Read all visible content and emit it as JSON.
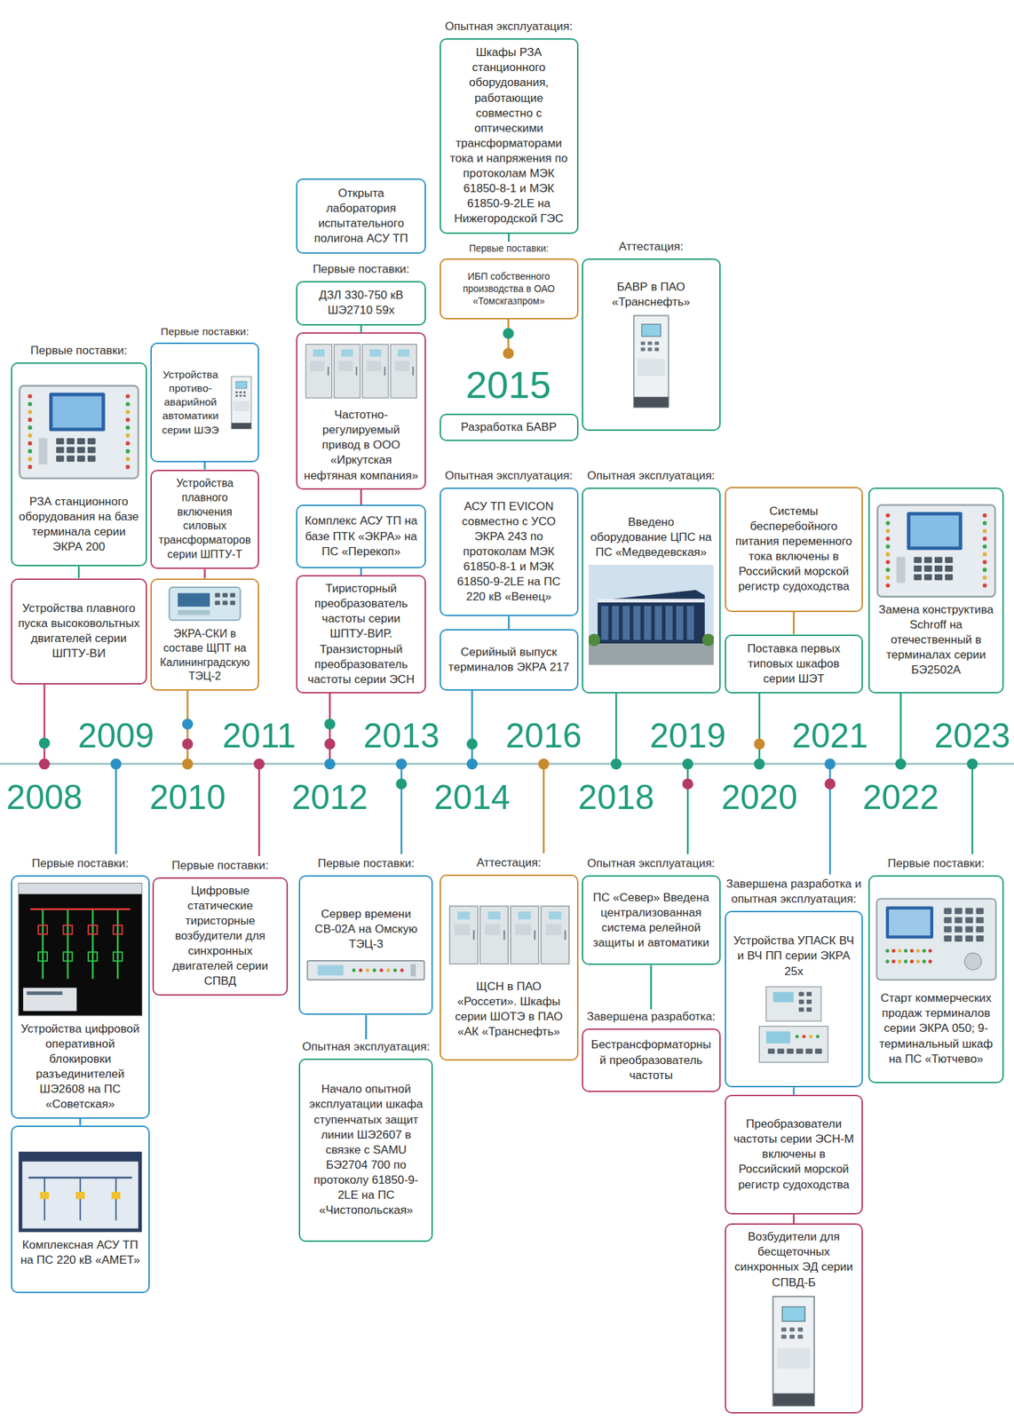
{
  "diagram": {
    "nodes": [
      {
        "text": [
          "Первые поставки:",
          "РЗА станционного оборудования на базе терминала серии ЭКРА 200"
        ]
      },
      {
        "text": [
          "Устройства плавного пуска высоковольтных двигателей серии ШПТУ-ВИ"
        ]
      },
      {
        "text": [
          "Первые поставки:",
          "Устройства цифровой оперативной блокировки разъединителей ШЭ2608 на ПС «Советская»"
        ]
      },
      {
        "text": [
          "Комплексная АСУ ТП на ПС 220 кВ «АМЕТ»"
        ]
      },
      {
        "text": [
          "Первые поставки:",
          "Устройства противо-аварийной автоматики серии ШЭЭ"
        ]
      },
      {
        "text": [
          "Устройства плавного включения силовых трансформаторов серии ШПТУ-Т"
        ]
      },
      {
        "text": [
          "ЭКРА-СКИ в составе ЩПТ на Калининградскую ТЭЦ-2"
        ]
      },
      {
        "text": [
          "Первые поставки:",
          "Цифровые статические тиристорные возбудители для синхронных двигателей серии СПВД"
        ]
      },
      {
        "text": [
          "Открыта лаборатория испытательного полигона АСУ ТП"
        ]
      },
      {
        "text": [
          "Первые поставки:",
          "ДЗЛ 330-750 кВ ШЭ2710 59х"
        ]
      },
      {
        "text": [
          "Частотно-регулируемый привод в ООО «Иркутская нефтяная компания»"
        ]
      },
      {
        "text": [
          "Комплекс АСУ ТП на базе ПТК «ЭКРА» на ПС «Перекоп»"
        ]
      },
      {
        "text": [
          "Тиристорный преобразователь частоты серии ШПТУ-ВИР. Транзисторный преобразователь частоты серии ЭСН"
        ]
      },
      {
        "text": [
          "Первые поставки:",
          "Сервер времени СВ-02А на Омскую ТЭЦ-3"
        ]
      },
      {
        "text": [
          "Опытная эксплуатация:",
          "Начало опытной эксплуатации шкафа ступенчатых защит линии ШЭ2607 в связке с SAMU БЭ2704 700 по протоколу 61850-9-2LE на ПС «Чистопольская»"
        ]
      },
      {
        "text": [
          "Опытная эксплуатация:",
          "Шкафы РЗА станционного оборудования, работающие совместно с оптическими трансформаторами тока и напряжения по протоколам МЭК 61850-8-1 и МЭК 61850-9-2LE на Нижегородской ГЭС"
        ]
      },
      {
        "text": [
          "Первые поставки:",
          "ИБП собственного производства в ОАО «Томскгазпром»"
        ]
      },
      {
        "text": [
          "Разработка БАВР"
        ]
      },
      {
        "text": [
          "Опытная эксплуатация:",
          "АСУ ТП EVICON совместно с УСО ЭКРА 243 по протоколам МЭК 61850-8-1 и МЭК 61850-9-2LE на ПС 220 кВ «Венец»"
        ]
      },
      {
        "text": [
          "Серийный выпуск терминалов ЭКРА 217"
        ]
      },
      {
        "text": [
          "Аттестация:",
          "ЩСН в ПАО «Россети». Шкафы серии ШОТЭ в ПАО «АК «Транснефть»"
        ]
      },
      {
        "text": [
          "Аттестация:",
          "БАВР в ПАО «Транснефть»"
        ]
      },
      {
        "text": [
          "Опытная эксплуатация:",
          "Введено оборудование ЦПС на ПС «Медведевская»"
        ]
      },
      {
        "text": [
          "Опытная эксплуатация:",
          "ПС «Север» Введена централизованная система релейной защиты и автоматики"
        ]
      },
      {
        "text": [
          "Завершена разработка:",
          "Бестрансформаторный преобразователь частоты"
        ]
      },
      {
        "text": [
          "Системы бесперебойного питания переменного тока включены в Российский морской регистр судоходства"
        ]
      },
      {
        "text": [
          "Поставка первых типовых шкафов серии ШЭТ"
        ]
      },
      {
        "text": [
          "Завершена разработка и опытная эксплуатация:",
          "Устройства УПАСК ВЧ и ВЧ ПП серии ЭКРА 25х"
        ]
      },
      {
        "text": [
          "Преобразователи частоты серии ЭСН-М включены в Российский морской регистр судоходства"
        ]
      },
      {
        "text": [
          "Возбудители для бесщеточных синхронных ЭД серии СПВД-Б"
        ]
      },
      {
        "text": [
          "Замена конструктива Schroff на отечественный в терминалах серии БЭ2502А"
        ]
      },
      {
        "text": [
          "Первые поставки:",
          "Старт коммерческих продаж терминалов серии ЭКРА 050; 9-терминальный шкаф на ПС «Тютчево»"
        ]
      }
    ],
    "edges": [
      {
        "from": 0,
        "to": 1,
        "arrow": "none"
      },
      {
        "from": 2,
        "to": 3,
        "arrow": "none"
      },
      {
        "from": 4,
        "to": 5,
        "arrow": "none"
      },
      {
        "from": 5,
        "to": 6,
        "arrow": "none"
      },
      {
        "from": 9,
        "to": 10,
        "arrow": "none"
      },
      {
        "from": 10,
        "to": 11,
        "arrow": "none"
      },
      {
        "from": 11,
        "to": 12,
        "arrow": "none"
      },
      {
        "from": 13,
        "to": 14,
        "arrow": "none"
      },
      {
        "from": 15,
        "to": 16,
        "arrow": "none"
      },
      {
        "from": 18,
        "to": 19,
        "arrow": "none"
      },
      {
        "from": 23,
        "to": 24,
        "arrow": "none"
      },
      {
        "from": 25,
        "to": 26,
        "arrow": "none"
      },
      {
        "from": 27,
        "to": 28,
        "arrow": "none"
      },
      {
        "from": 28,
        "to": 29,
        "arrow": "none"
      }
    ],
    "labels": [
      "2008",
      "2009",
      "2010",
      "2011",
      "2012",
      "2013",
      "2014",
      "2015",
      "2016",
      "2018",
      "2019",
      "2020",
      "2021",
      "2022",
      "2023"
    ]
  }
}
